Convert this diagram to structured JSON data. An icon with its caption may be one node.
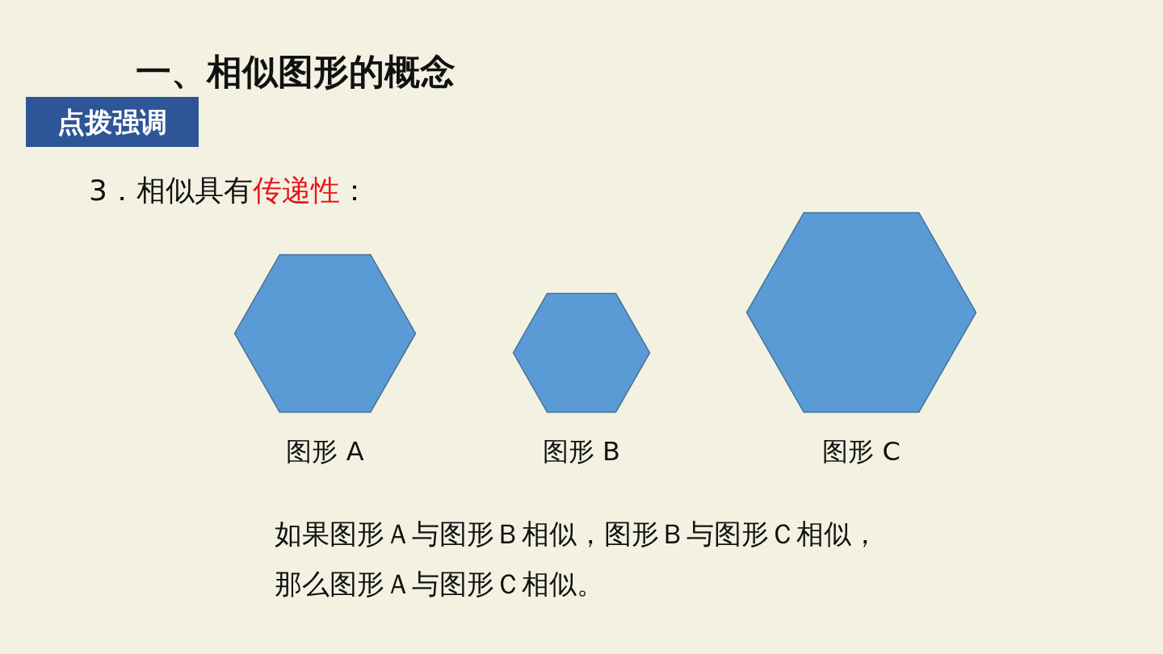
{
  "diagram": {
    "title": "一、相似图形的概念",
    "nodes": [
      {
        "text": [
          "图形 A"
        ]
      },
      {
        "text": [
          "图形 B"
        ]
      },
      {
        "text": [
          "图形 C"
        ]
      }
    ],
    "labels": [
      "点拨强调",
      "3．相似具有**传递性**：",
      "如果图形Ａ与图形Ｂ相似，图形Ｂ与图形Ｃ相似，那么图形Ａ与图形Ｃ相似。"
    ]
  }
}
